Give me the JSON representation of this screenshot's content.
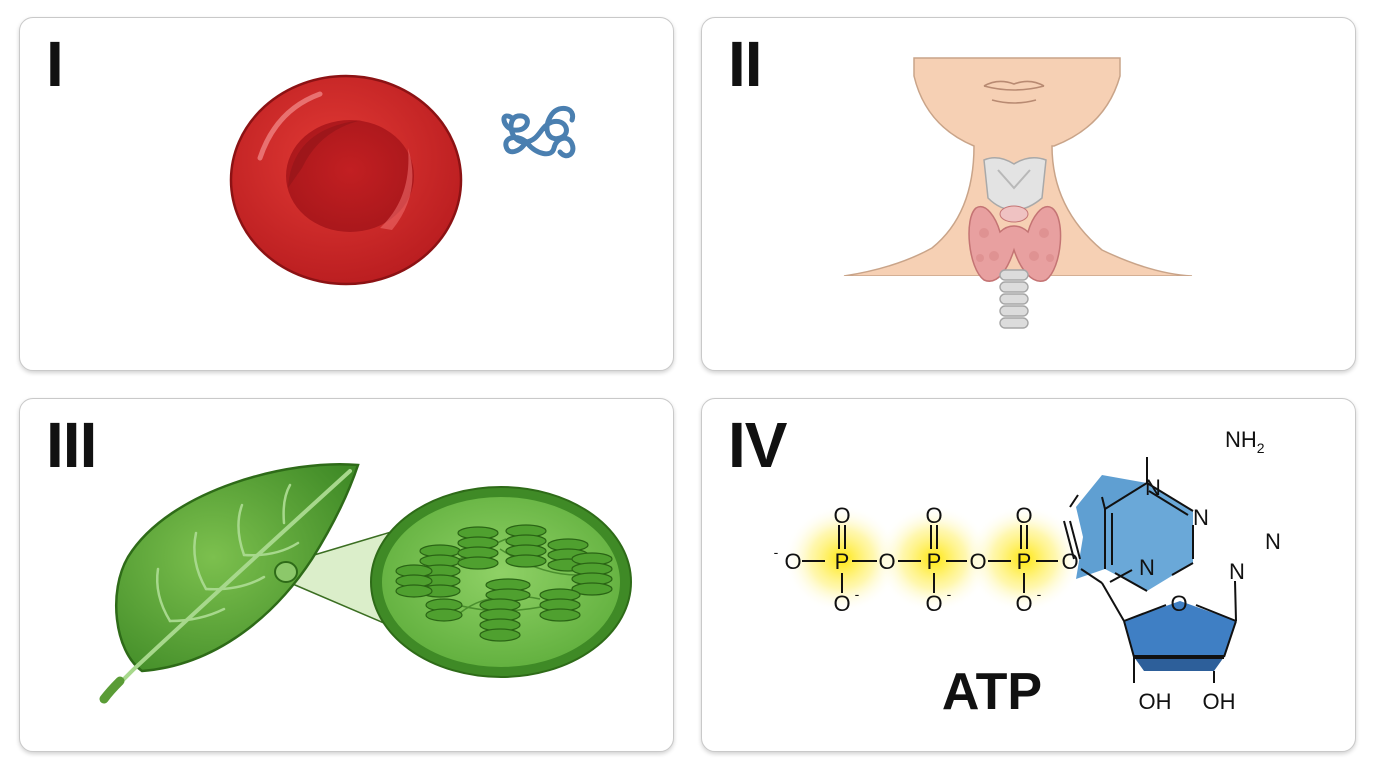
{
  "panels": [
    {
      "numeral": "I"
    },
    {
      "numeral": "II"
    },
    {
      "numeral": "III"
    },
    {
      "numeral": "IV"
    }
  ],
  "atp": {
    "name": "ATP",
    "atom_O": "O",
    "atom_P": "P",
    "atom_N": "N",
    "charge": "-",
    "amine": "NH",
    "amine_sub": "2",
    "hydroxyl": "OH"
  },
  "colors": {
    "blood_cell": "#d42a2a",
    "leaf": "#4e9a2e",
    "chloroplast": "#5fae3c",
    "phosphate_glow": "#ffe600",
    "adenine": "#6aa8d8",
    "ribose": "#3f7fc4",
    "protein": "#4a7fb0",
    "thyroid": "#e8a0a0",
    "skin": "#f6d0b4"
  }
}
